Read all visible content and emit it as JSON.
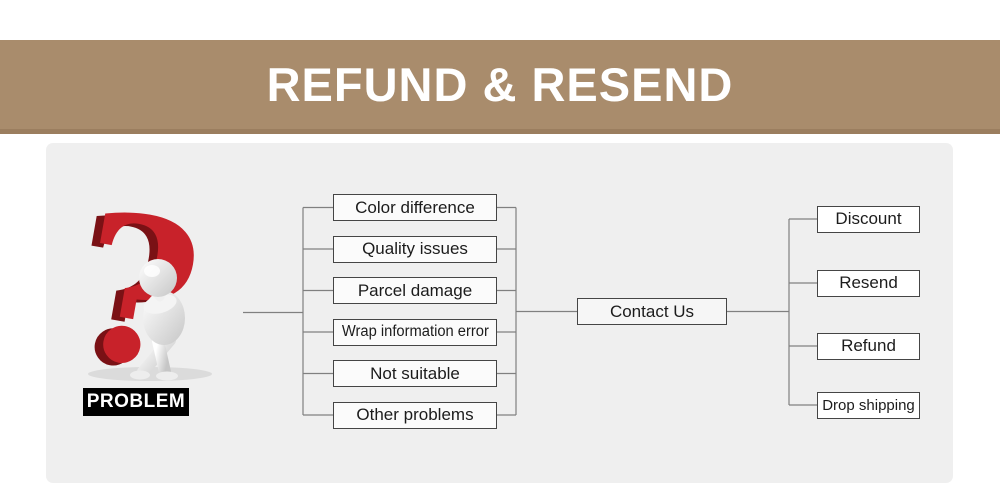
{
  "header": {
    "title": "REFUND & RESEND"
  },
  "figure": {
    "label": "PROBLEM",
    "description": "3d-question-mark-with-thinking-person"
  },
  "flow": {
    "problems": [
      {
        "label": "Color difference"
      },
      {
        "label": "Quality issues"
      },
      {
        "label": "Parcel damage"
      },
      {
        "label": "Wrap information error"
      },
      {
        "label": "Not suitable"
      },
      {
        "label": "Other problems"
      }
    ],
    "contact": {
      "label": "Contact Us"
    },
    "outcomes": [
      {
        "label": "Discount"
      },
      {
        "label": "Resend"
      },
      {
        "label": "Refund"
      },
      {
        "label": "Drop shipping"
      }
    ]
  },
  "colors": {
    "banner": "#a98c6c",
    "banner_edge": "#9b7e5f",
    "panel": "#efefef",
    "box_border": "#454545",
    "connector": "#808080",
    "question_mark": "#c8222a",
    "question_mark_shadow": "#7a1115",
    "problem_label_bg": "#000000"
  }
}
